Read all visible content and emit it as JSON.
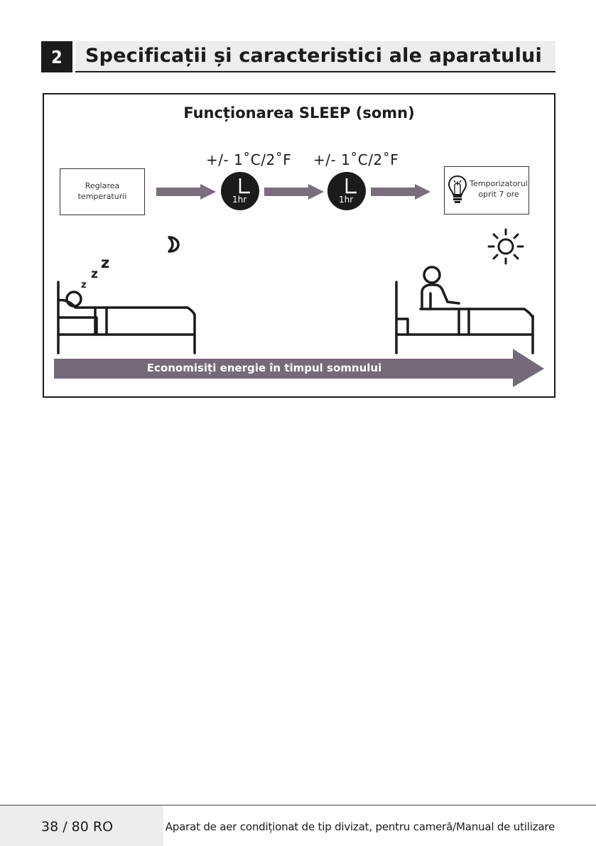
{
  "section": {
    "number": "2",
    "title": "Specificații și caracteristici ale aparatului"
  },
  "figure": {
    "title": "Funcționarea SLEEP (somn)",
    "step1_label": "+/- 1˚C/2˚F",
    "step2_label": "+/- 1˚C/2˚F",
    "start_box": {
      "line1": "Reglarea",
      "line2": "temperaturii"
    },
    "end_box": {
      "line1": "Temporizatorul",
      "line2": "oprit 7 ore"
    },
    "clock1_label": "1hr",
    "clock2_label": "1hr",
    "banner": "Economisiți energie în timpul somnului",
    "colors": {
      "arrow": "#7a6e7d",
      "banner": "#756a78",
      "ink": "#1b1b1b"
    }
  },
  "footer": {
    "page": "38 / 80 RO",
    "title": "Aparat de aer condiționat de tip divizat, pentru cameră/Manual de utilizare"
  }
}
